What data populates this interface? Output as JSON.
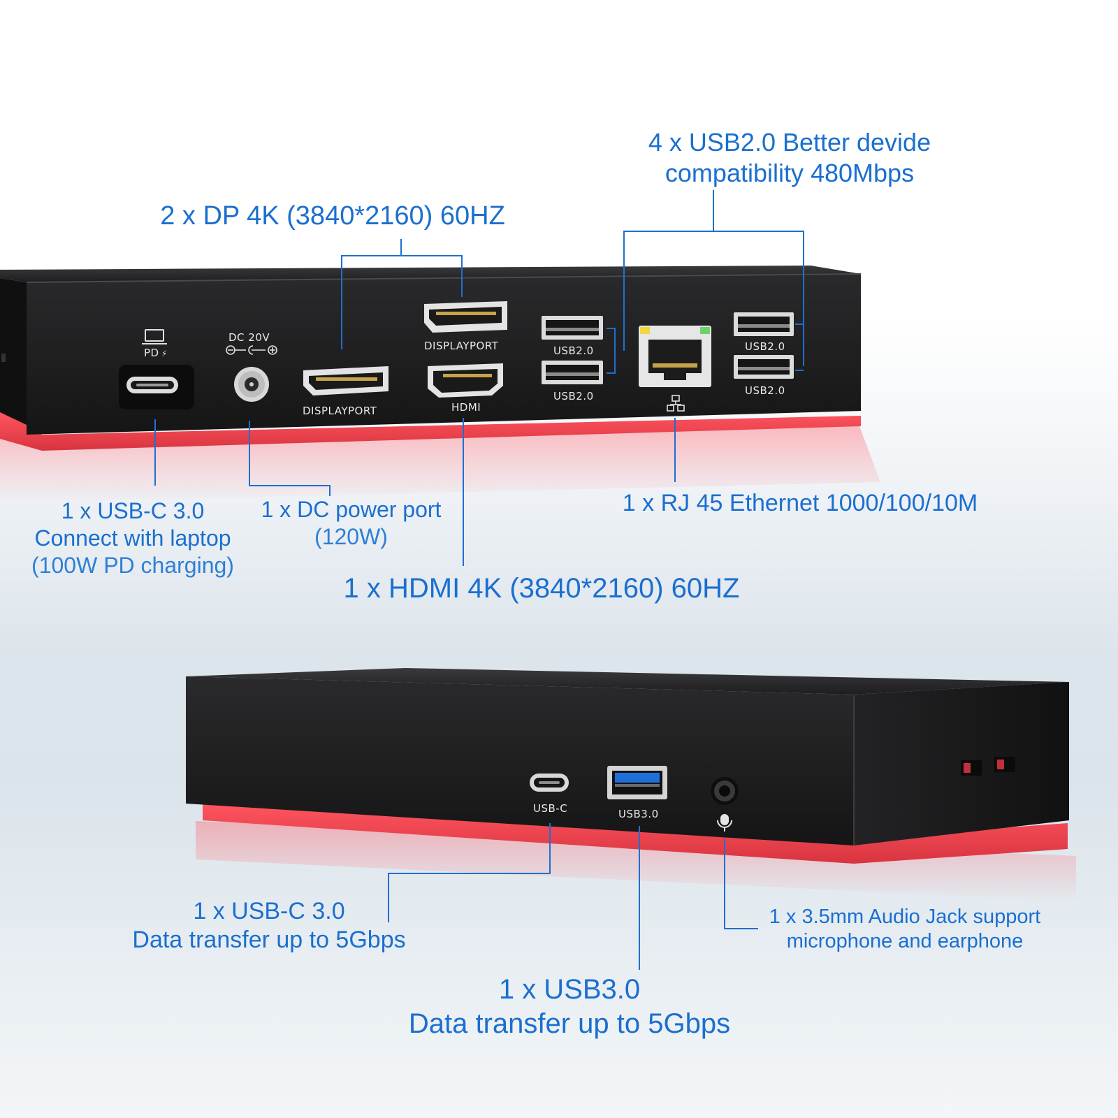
{
  "colors": {
    "accent_blue": "#1a6fcf",
    "leader_blue": "#1f6fd0",
    "dock_body": "#1c1c1e",
    "dock_base_red": "#e0404c"
  },
  "callouts": {
    "usb2": {
      "line1": "4 x USB2.0 Better devide",
      "line2": "compatibility 480Mbps"
    },
    "dp": {
      "line1": "2 x DP 4K (3840*2160) 60HZ"
    },
    "usbc_pd": {
      "line1": "1 x USB-C 3.0",
      "line2": "Connect with laptop",
      "line3": "(100W PD charging)"
    },
    "dc": {
      "line1": "1 x DC power port",
      "line2": "(120W)"
    },
    "rj45": {
      "line1": "1 x RJ 45 Ethernet 1000/100/10M"
    },
    "hdmi": {
      "line1": "1 x HDMI 4K (3840*2160) 60HZ"
    },
    "usbc_data": {
      "line1": "1 x USB-C 3.0",
      "line2": "Data transfer up to 5Gbps"
    },
    "usb3": {
      "line1": "1 x USB3.0",
      "line2": "Data transfer up to 5Gbps"
    },
    "audio": {
      "line1": "1 x 3.5mm Audio Jack support",
      "line2": "microphone and earphone"
    }
  },
  "back_panel": {
    "pd_label": "PD",
    "dc_label": "DC 20V",
    "displayport_label": "DISPLAYPORT",
    "hdmi_label": "HDMI",
    "usb2_label": "USB2.0"
  },
  "front_panel": {
    "usbc_label": "USB-C",
    "usb3_label": "USB3.0"
  }
}
